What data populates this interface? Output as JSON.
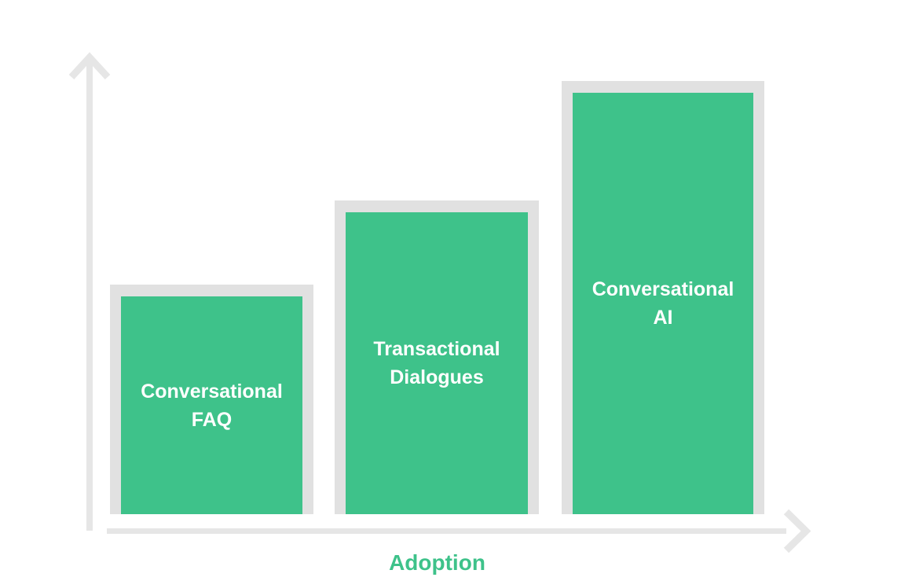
{
  "colors": {
    "page_bg": "#ffffff",
    "bar_green": "#3ec28a",
    "bar_frame_gray": "#e1e1e1",
    "axis_gray": "#e6e6e6",
    "label_green": "#3ec28a",
    "bar_text_white": "#ffffff"
  },
  "axes": {
    "x_label": "Adoption"
  },
  "bars": [
    {
      "line1": "Conversational",
      "line2": "FAQ"
    },
    {
      "line1": "Transactional",
      "line2": "Dialogues"
    },
    {
      "line1": "Conversational",
      "line2": "AI"
    }
  ],
  "chart_data": {
    "type": "bar",
    "categories": [
      "Conversational FAQ",
      "Transactional Dialogues",
      "Conversational AI"
    ],
    "values": [
      276,
      384,
      535
    ],
    "values_note": "relative bar heights estimated in pixels; chart shows no numeric scale, only increasing adoption",
    "title": "",
    "xlabel": "Adoption",
    "ylabel": "",
    "ylim": [
      0,
      570
    ],
    "grid": false,
    "legend": false,
    "bar_color": "#3ec28a",
    "bar_frame_color": "#e1e1e1",
    "axis_style": "light-gray arrows, unlabeled y-axis"
  }
}
